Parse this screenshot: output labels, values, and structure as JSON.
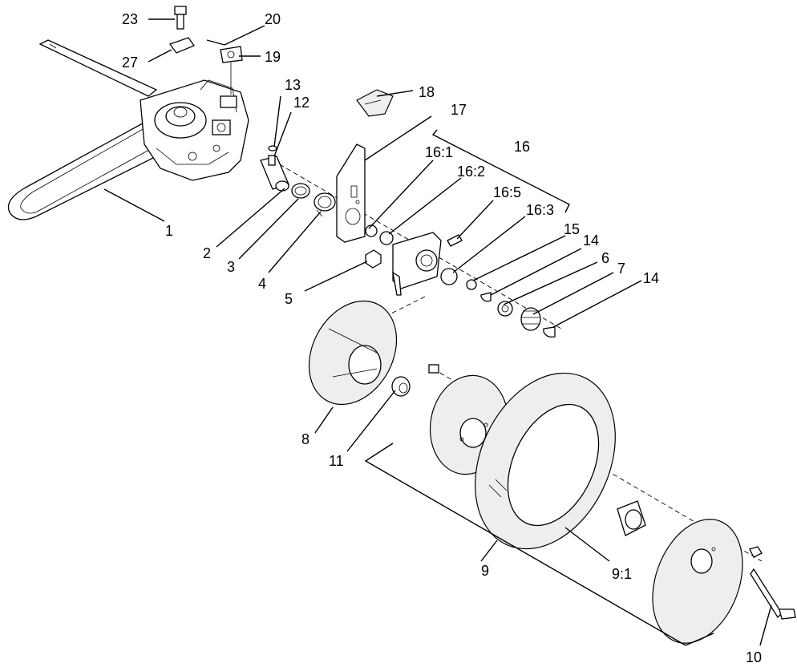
{
  "diagram": {
    "callouts": [
      {
        "id": "c1",
        "text": "1"
      },
      {
        "id": "c2",
        "text": "2"
      },
      {
        "id": "c3",
        "text": "3"
      },
      {
        "id": "c4",
        "text": "4"
      },
      {
        "id": "c5",
        "text": "5"
      },
      {
        "id": "c6",
        "text": "6"
      },
      {
        "id": "c7",
        "text": "7"
      },
      {
        "id": "c8",
        "text": "8"
      },
      {
        "id": "c9",
        "text": "9"
      },
      {
        "id": "c9_1",
        "text": "9:1"
      },
      {
        "id": "c10",
        "text": "10"
      },
      {
        "id": "c11",
        "text": "11"
      },
      {
        "id": "c12",
        "text": "12"
      },
      {
        "id": "c13",
        "text": "13"
      },
      {
        "id": "c14a",
        "text": "14"
      },
      {
        "id": "c14b",
        "text": "14"
      },
      {
        "id": "c15",
        "text": "15"
      },
      {
        "id": "c16",
        "text": "16"
      },
      {
        "id": "c16_1",
        "text": "16:1"
      },
      {
        "id": "c16_2",
        "text": "16:2"
      },
      {
        "id": "c16_3",
        "text": "16:3"
      },
      {
        "id": "c16_5",
        "text": "16:5"
      },
      {
        "id": "c17",
        "text": "17"
      },
      {
        "id": "c18",
        "text": "18"
      },
      {
        "id": "c19",
        "text": "19"
      },
      {
        "id": "c20",
        "text": "20"
      },
      {
        "id": "c23",
        "text": "23"
      },
      {
        "id": "c27",
        "text": "27"
      }
    ]
  }
}
